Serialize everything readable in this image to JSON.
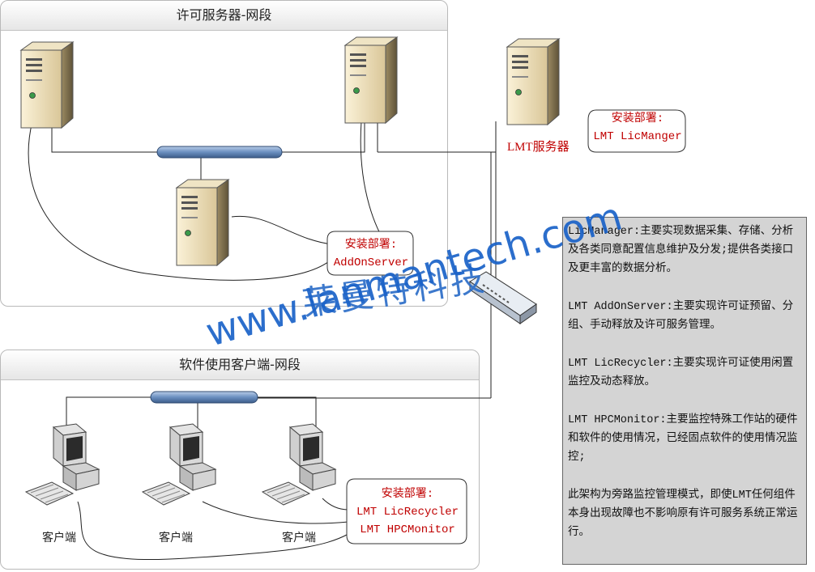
{
  "zones": {
    "server_segment": "许可服务器-网段",
    "client_segment": "软件使用客户端-网段"
  },
  "lmt_server_label": "LMT服务器",
  "callouts": {
    "licmanager": {
      "title": "安装部署:",
      "line1": "LMT LicManger"
    },
    "addonserver": {
      "title": "安装部署:",
      "line1": "AddOnServer"
    },
    "clients": {
      "title": "安装部署:",
      "line1": "LMT LicRecycler",
      "line2": "LMT HPCMonitor"
    }
  },
  "client_labels": [
    "客户端",
    "客户端",
    "客户端"
  ],
  "info": {
    "p1": "LicManager:主要实现数据采集、存储、分析及各类同意配置信息维护及分发;提供各类接口及更丰富的数据分析。",
    "p2": "LMT AddOnServer:主要实现许可证预留、分组、手动释放及许可服务管理。",
    "p3": "LMT LicRecycler:主要实现许可证使用闲置监控及动态释放。",
    "p4": "LMT HPCMonitor:主要监控特殊工作站的硬件和软件的使用情况，已经固点软件的使用情况监控;",
    "p5": "此架构为旁路监控管理模式，即使LMT任何组件本身出现故障也不影响原有许可服务系统正常运行。"
  },
  "watermark": {
    "cn": "莱曼特科技",
    "url": "www.lanmantech.com"
  },
  "colors": {
    "callout_text": "#c00000",
    "watermark": "#1a62c8",
    "info_bg": "#d4d4d4",
    "bus": "#6a8fc0"
  }
}
